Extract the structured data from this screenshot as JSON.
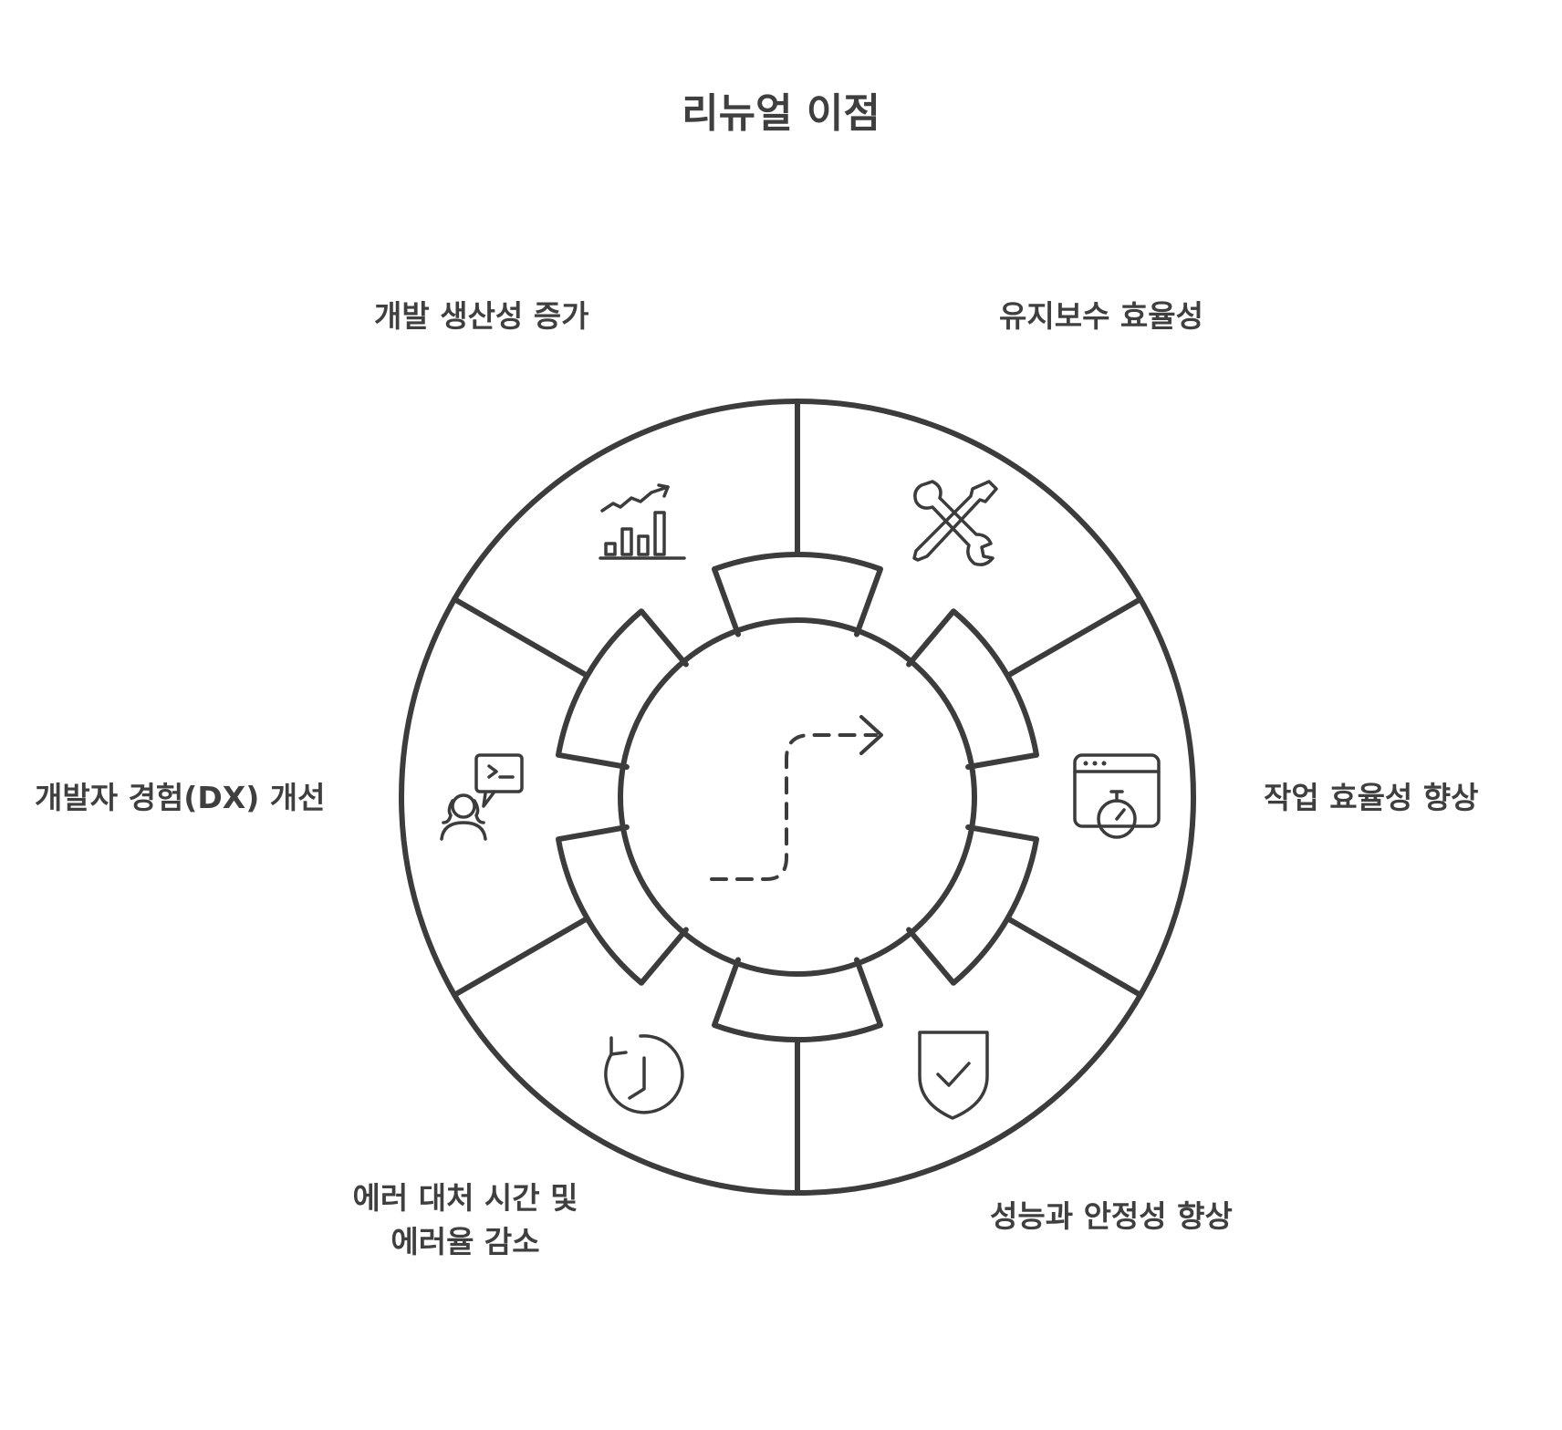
{
  "title": "리뉴얼 이점",
  "segments": [
    {
      "label": "개발 생산성 증가",
      "icon": "chart-growth-icon"
    },
    {
      "label": "유지보수 효율성",
      "icon": "tools-icon"
    },
    {
      "label": "작업 효율성 향상",
      "icon": "browser-stopwatch-icon"
    },
    {
      "label": "성능과 안정성 향상",
      "icon": "shield-check-icon"
    },
    {
      "label_line1": "에러 대처 시간 및",
      "label_line2": "에러율 감소",
      "icon": "clock-history-icon"
    },
    {
      "label": "개발자 경험(DX) 개선",
      "icon": "developer-terminal-icon"
    }
  ],
  "center_icon": "dashed-path-arrow-icon"
}
